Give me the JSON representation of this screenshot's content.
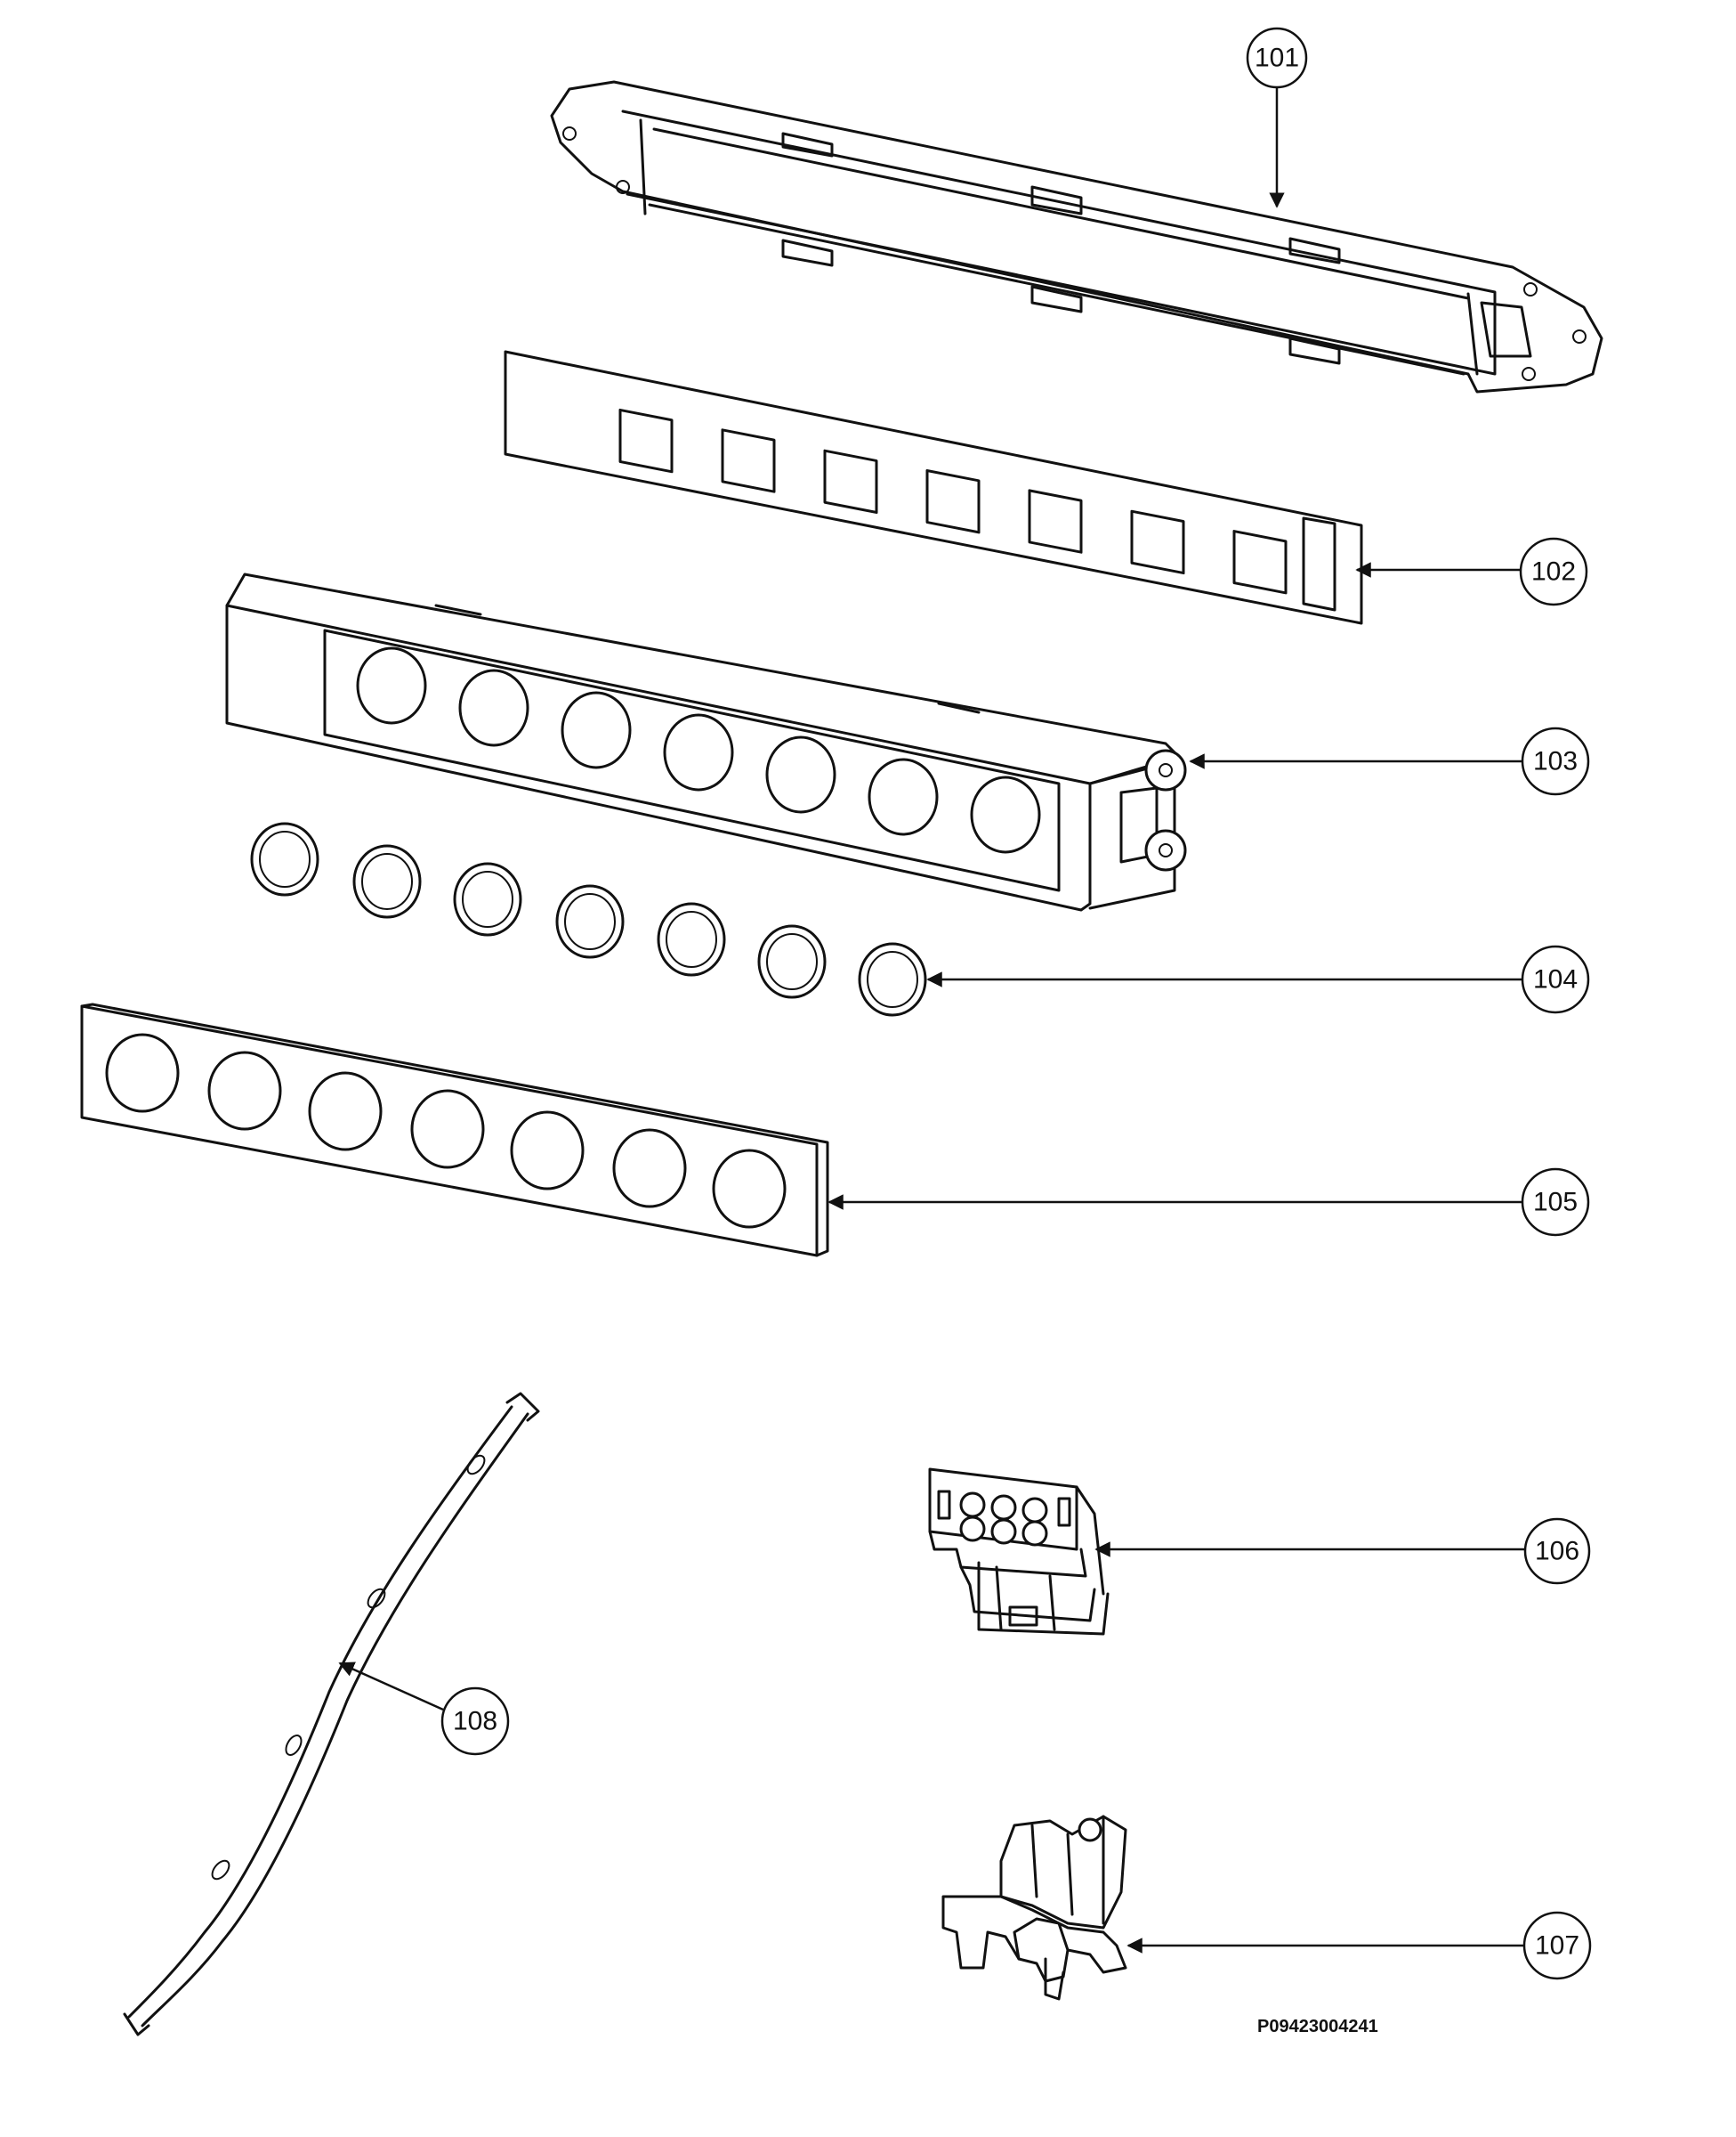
{
  "callouts": [
    {
      "id": "101",
      "label": "101"
    },
    {
      "id": "102",
      "label": "102"
    },
    {
      "id": "103",
      "label": "103"
    },
    {
      "id": "104",
      "label": "104"
    },
    {
      "id": "105",
      "label": "105"
    },
    {
      "id": "106",
      "label": "106"
    },
    {
      "id": "107",
      "label": "107"
    },
    {
      "id": "108",
      "label": "108"
    }
  ],
  "document_number": "P09423004241"
}
